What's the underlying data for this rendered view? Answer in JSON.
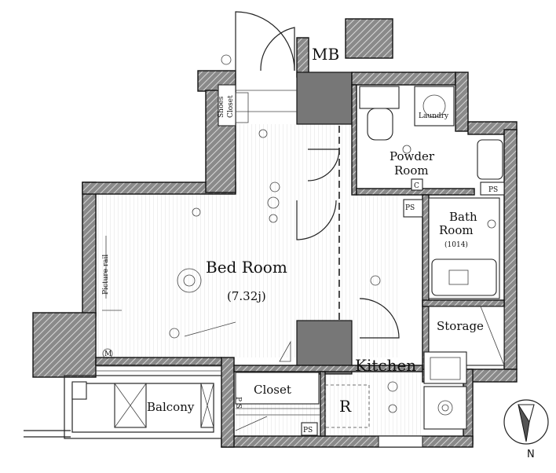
{
  "rooms": {
    "bedroom_name": "Bed Room",
    "bedroom_size": "(7.32j)",
    "powder_room_line1": "Powder",
    "powder_room_line2": "Room",
    "bath_room_line1": "Bath",
    "bath_room_line2": "Room",
    "bath_room_size": "(1014)",
    "kitchen": "Kitchen",
    "storage": "Storage",
    "closet": "Closet",
    "balcony": "Balcony",
    "meter_box": "MB",
    "laundry": "Laundry",
    "shoes_closet_line1": "Shoes",
    "shoes_closet_line2": "Closet",
    "picture_rail": "Picture rail",
    "refrigerator": "R"
  },
  "markers": {
    "ps_upper": "PS",
    "ps_mid": "PS",
    "ps_lower": "PS",
    "ps_left": "P S",
    "c_mark": "C",
    "m_mark": "M",
    "compass_north": "N"
  },
  "colors": {
    "wall": "#777777",
    "line": "#111111"
  }
}
